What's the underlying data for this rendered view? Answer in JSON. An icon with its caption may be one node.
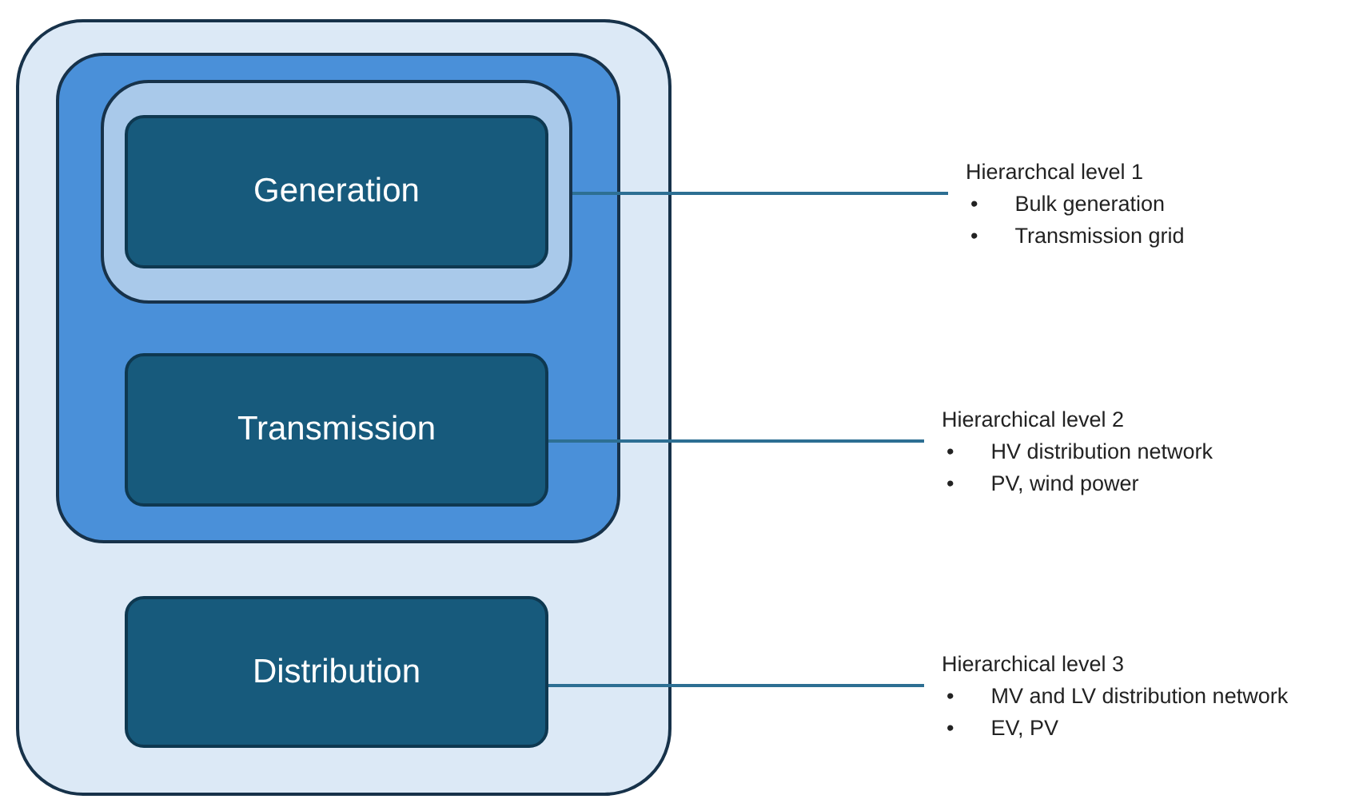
{
  "diagram": {
    "nodes": [
      {
        "text": [],
        "shape": "box"
      },
      {
        "text": [],
        "shape": "box",
        "in": 0
      },
      {
        "text": [],
        "shape": "box",
        "in": 1
      },
      {
        "text": [
          "Generation"
        ],
        "in": 2
      },
      {
        "text": [
          "Transmission"
        ],
        "in": 1
      },
      {
        "text": [
          "Distribution"
        ],
        "in": 0
      },
      {
        "text": [
          "Hierarchcal level 1",
          "•",
          "Bulk generation",
          "•",
          "Transmission grid"
        ]
      },
      {
        "text": [
          "Hierarchical level 2",
          "•",
          "HV distribution network",
          "•",
          "PV, wind power"
        ]
      },
      {
        "text": [
          "Hierarchical level 3",
          "•",
          "MV and LV distribution network",
          "•",
          "EV, PV"
        ]
      }
    ],
    "edges": [
      {
        "from": 2,
        "to": 6,
        "arrow": "none"
      },
      {
        "from": 4,
        "to": 7,
        "arrow": "none"
      },
      {
        "from": 5,
        "to": 8,
        "arrow": "none"
      }
    ]
  }
}
